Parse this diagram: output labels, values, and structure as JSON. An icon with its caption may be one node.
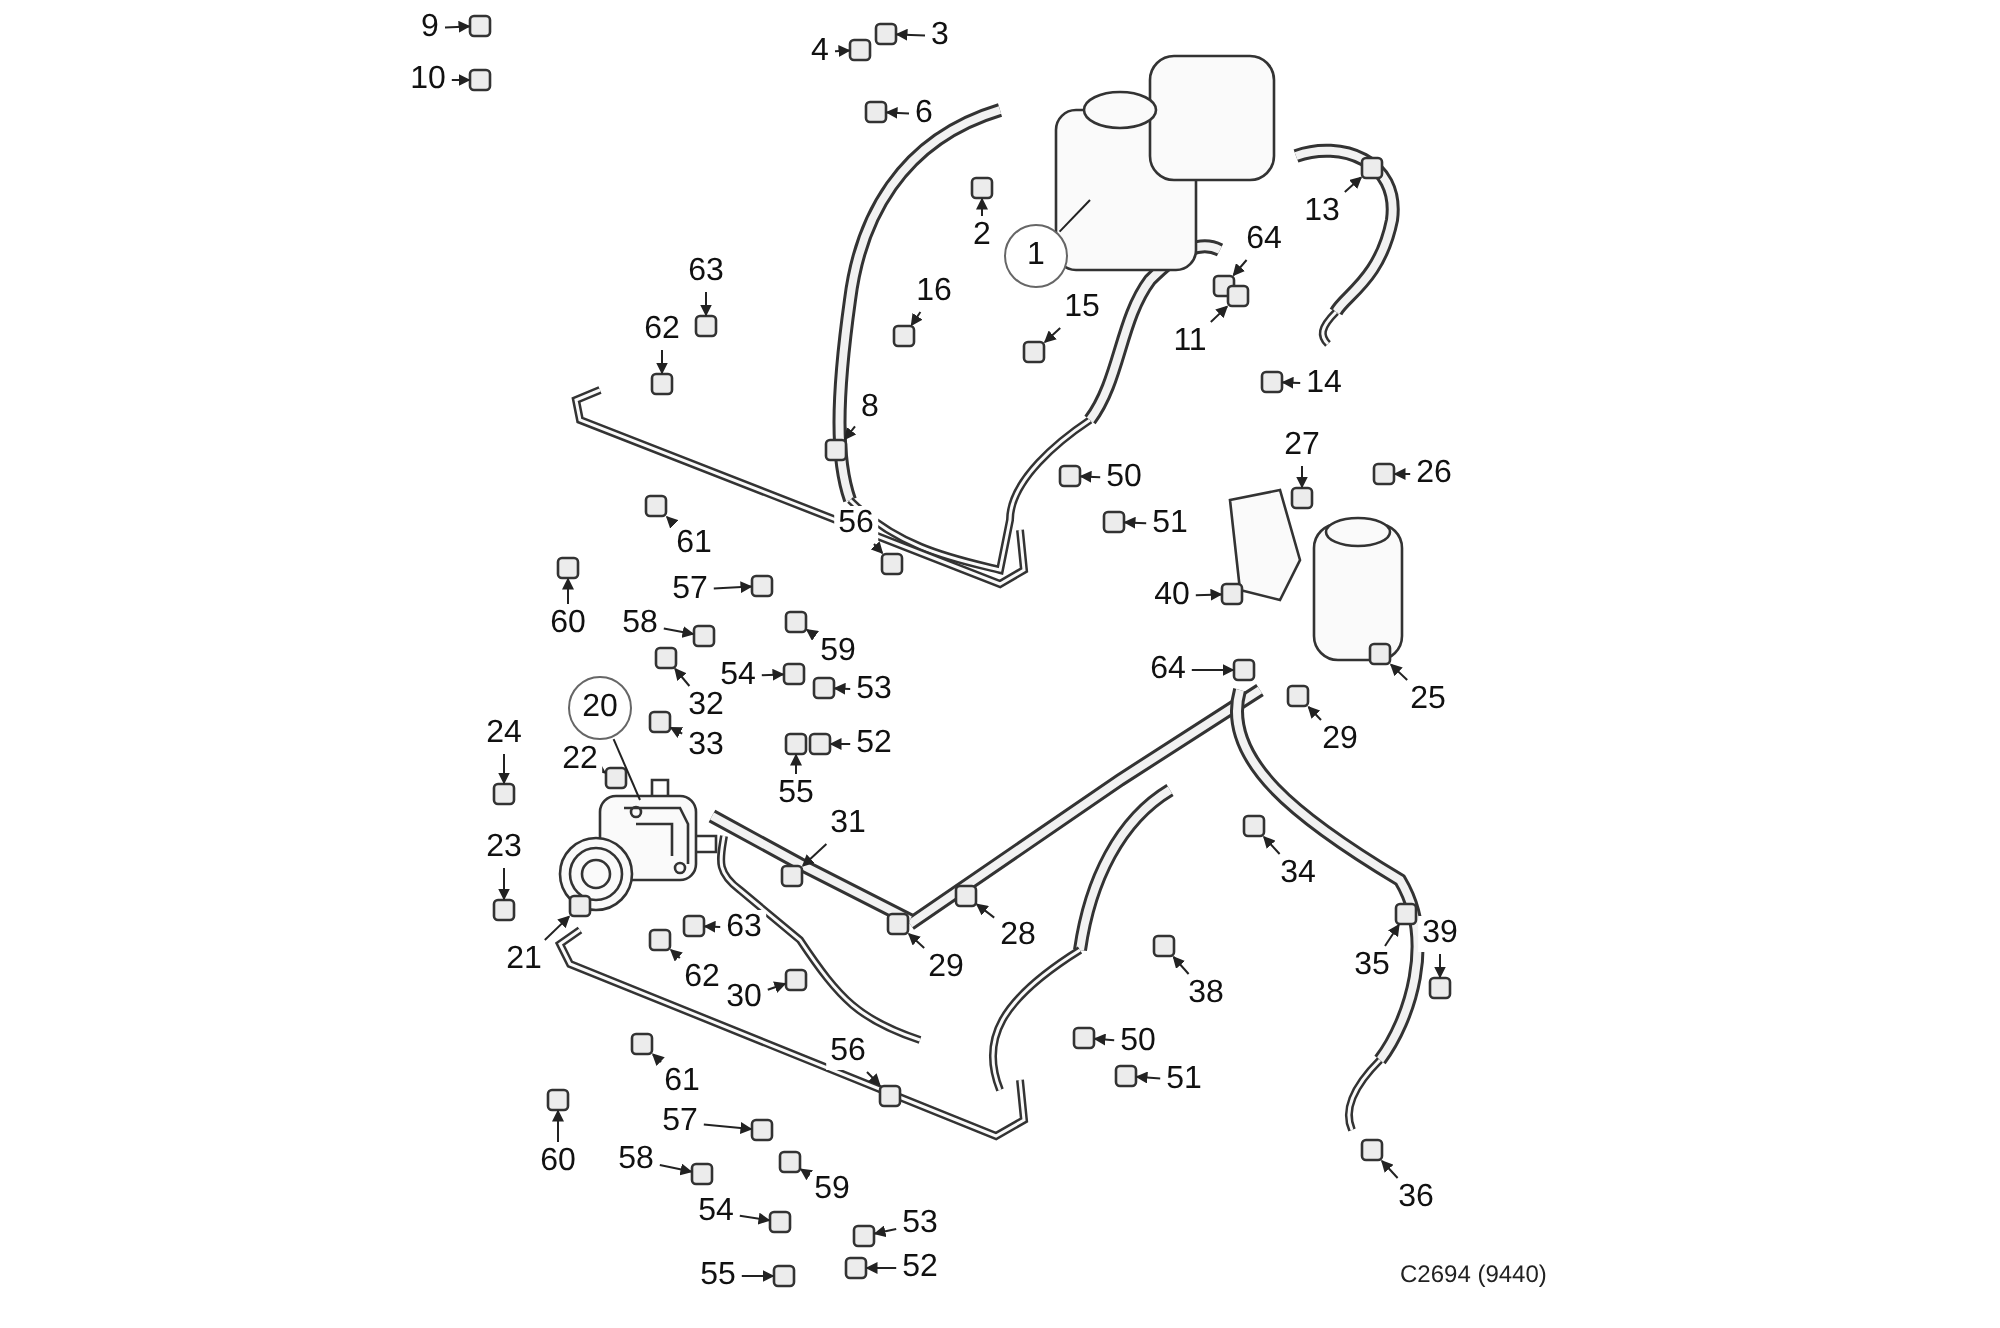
{
  "diagram": {
    "nodes": [
      {
        "text": [
          "9"
        ]
      },
      {
        "text": [
          "10"
        ]
      },
      {
        "text": [
          "4"
        ]
      },
      {
        "text": [
          "3"
        ]
      },
      {
        "text": [
          "6"
        ]
      },
      {
        "text": [
          "2"
        ]
      },
      {
        "text": [
          "1"
        ]
      },
      {
        "text": [
          "64"
        ]
      },
      {
        "text": [
          "13"
        ]
      },
      {
        "text": [
          "16"
        ]
      },
      {
        "text": [
          "15"
        ]
      },
      {
        "text": [
          "11"
        ]
      },
      {
        "text": [
          "14"
        ]
      },
      {
        "text": [
          "63"
        ]
      },
      {
        "text": [
          "62"
        ]
      },
      {
        "text": [
          "8"
        ]
      },
      {
        "text": [
          "27"
        ]
      },
      {
        "text": [
          "26"
        ]
      },
      {
        "text": [
          "50"
        ]
      },
      {
        "text": [
          "51"
        ]
      },
      {
        "text": [
          "56"
        ]
      },
      {
        "text": [
          "61"
        ]
      },
      {
        "text": [
          "40"
        ]
      },
      {
        "text": [
          "57"
        ]
      },
      {
        "text": [
          "60"
        ]
      },
      {
        "text": [
          "58"
        ]
      },
      {
        "text": [
          "59"
        ]
      },
      {
        "text": [
          "54"
        ]
      },
      {
        "text": [
          "53"
        ]
      },
      {
        "text": [
          "32"
        ]
      },
      {
        "text": [
          "20"
        ]
      },
      {
        "text": [
          "33"
        ]
      },
      {
        "text": [
          "52"
        ]
      },
      {
        "text": [
          "64"
        ]
      },
      {
        "text": [
          "25"
        ]
      },
      {
        "text": [
          "29"
        ]
      },
      {
        "text": [
          "24"
        ]
      },
      {
        "text": [
          "55"
        ]
      },
      {
        "text": [
          "22"
        ]
      },
      {
        "text": [
          "31"
        ]
      },
      {
        "text": [
          "23"
        ]
      },
      {
        "text": [
          "34"
        ]
      },
      {
        "text": [
          "28"
        ]
      },
      {
        "text": [
          "63"
        ]
      },
      {
        "text": [
          "39"
        ]
      },
      {
        "text": [
          "29"
        ]
      },
      {
        "text": [
          "35"
        ]
      },
      {
        "text": [
          "21"
        ]
      },
      {
        "text": [
          "62"
        ]
      },
      {
        "text": [
          "30"
        ]
      },
      {
        "text": [
          "38"
        ]
      },
      {
        "text": [
          "50"
        ]
      },
      {
        "text": [
          "56"
        ]
      },
      {
        "text": [
          "61"
        ]
      },
      {
        "text": [
          "51"
        ]
      },
      {
        "text": [
          "57"
        ]
      },
      {
        "text": [
          "60"
        ]
      },
      {
        "text": [
          "58"
        ]
      },
      {
        "text": [
          "59"
        ]
      },
      {
        "text": [
          "36"
        ]
      },
      {
        "text": [
          "54"
        ]
      },
      {
        "text": [
          "53"
        ]
      },
      {
        "text": [
          "55"
        ]
      },
      {
        "text": [
          "52"
        ]
      },
      {
        "text": [],
        "shape": "box"
      },
      {
        "text": [],
        "shape": "box"
      },
      {
        "text": [],
        "shape": "box"
      },
      {
        "text": [],
        "shape": "box"
      },
      {
        "text": [],
        "shape": "box"
      },
      {
        "text": [],
        "shape": "box"
      },
      {
        "text": [],
        "shape": "picture"
      },
      {
        "text": [],
        "shape": "box"
      },
      {
        "text": [],
        "shape": "box"
      },
      {
        "text": [],
        "shape": "box"
      },
      {
        "text": [],
        "shape": "box"
      },
      {
        "text": [],
        "shape": "box"
      },
      {
        "text": [],
        "shape": "box"
      },
      {
        "text": [],
        "shape": "box"
      },
      {
        "text": [],
        "shape": "box"
      },
      {
        "text": [],
        "shape": "box"
      },
      {
        "text": [],
        "shape": "box"
      },
      {
        "text": [],
        "shape": "box"
      },
      {
        "text": [],
        "shape": "box"
      },
      {
        "text": [],
        "shape": "box"
      },
      {
        "text": [],
        "shape": "box"
      },
      {
        "text": [],
        "shape": "box"
      },
      {
        "text": [],
        "shape": "box"
      },
      {
        "text": [],
        "shape": "box"
      },
      {
        "text": [],
        "shape": "box"
      },
      {
        "text": [],
        "shape": "box"
      },
      {
        "text": [],
        "shape": "box"
      },
      {
        "text": [],
        "shape": "box"
      },
      {
        "text": [],
        "shape": "box"
      },
      {
        "text": [],
        "shape": "box"
      },
      {
        "text": [],
        "shape": "picture"
      },
      {
        "text": [],
        "shape": "box"
      },
      {
        "text": [],
        "shape": "box"
      },
      {
        "text": [],
        "shape": "box"
      },
      {
        "text": [],
        "shape": "box"
      },
      {
        "text": [],
        "shape": "box"
      },
      {
        "text": [],
        "shape": "box"
      },
      {
        "text": [],
        "shape": "box"
      },
      {
        "text": [],
        "shape": "box"
      },
      {
        "text": [],
        "shape": "box"
      },
      {
        "text": [],
        "shape": "box"
      },
      {
        "text": [],
        "shape": "box"
      },
      {
        "text": [],
        "shape": "box"
      },
      {
        "text": [],
        "shape": "box"
      },
      {
        "text": [],
        "shape": "box"
      },
      {
        "text": [],
        "shape": "box"
      },
      {
        "text": [],
        "shape": "box"
      },
      {
        "text": [],
        "shape": "box"
      },
      {
        "text": [],
        "shape": "box"
      },
      {
        "text": [],
        "shape": "box"
      },
      {
        "text": [],
        "shape": "box"
      },
      {
        "text": [],
        "shape": "box"
      },
      {
        "text": [],
        "shape": "box"
      },
      {
        "text": [],
        "shape": "box"
      },
      {
        "text": [],
        "shape": "box"
      },
      {
        "text": [],
        "shape": "box"
      },
      {
        "text": [],
        "shape": "box"
      },
      {
        "text": [],
        "shape": "box"
      },
      {
        "text": [],
        "shape": "box"
      },
      {
        "text": [],
        "shape": "box"
      },
      {
        "text": [],
        "shape": "box"
      },
      {
        "text": [],
        "shape": "box"
      },
      {
        "text": [],
        "shape": "box"
      },
      {
        "text": [],
        "shape": "box"
      }
    ],
    "edges": [
      {
        "from": 0,
        "to": 64,
        "arrow": "to"
      },
      {
        "from": 1,
        "to": 65,
        "arrow": "to"
      },
      {
        "from": 2,
        "to": 66,
        "arrow": "to"
      },
      {
        "from": 3,
        "to": 67,
        "arrow": "to"
      },
      {
        "from": 4,
        "to": 68,
        "arrow": "to"
      },
      {
        "from": 5,
        "to": 69,
        "arrow": "to"
      },
      {
        "from": 6,
        "to": 70,
        "arrow": "none"
      },
      {
        "from": 7,
        "to": 71,
        "arrow": "to"
      },
      {
        "from": 8,
        "to": 72,
        "arrow": "to"
      },
      {
        "from": 9,
        "to": 73,
        "arrow": "to"
      },
      {
        "from": 10,
        "to": 74,
        "arrow": "to"
      },
      {
        "from": 11,
        "to": 75,
        "arrow": "to"
      },
      {
        "from": 12,
        "to": 76,
        "arrow": "to"
      },
      {
        "from": 13,
        "to": 77,
        "arrow": "to"
      },
      {
        "from": 14,
        "to": 78,
        "arrow": "to"
      },
      {
        "from": 15,
        "to": 79,
        "arrow": "to"
      },
      {
        "from": 16,
        "to": 80,
        "arrow": "to"
      },
      {
        "from": 17,
        "to": 81,
        "arrow": "to"
      },
      {
        "from": 18,
        "to": 82,
        "arrow": "to"
      },
      {
        "from": 19,
        "to": 83,
        "arrow": "to"
      },
      {
        "from": 20,
        "to": 84,
        "arrow": "to"
      },
      {
        "from": 21,
        "to": 85,
        "arrow": "to"
      },
      {
        "from": 22,
        "to": 86,
        "arrow": "to"
      },
      {
        "from": 23,
        "to": 87,
        "arrow": "to"
      },
      {
        "from": 24,
        "to": 88,
        "arrow": "to"
      },
      {
        "from": 25,
        "to": 89,
        "arrow": "to"
      },
      {
        "from": 26,
        "to": 90,
        "arrow": "to"
      },
      {
        "from": 27,
        "to": 91,
        "arrow": "to"
      },
      {
        "from": 28,
        "to": 92,
        "arrow": "to"
      },
      {
        "from": 29,
        "to": 93,
        "arrow": "to"
      },
      {
        "from": 30,
        "to": 94,
        "arrow": "none"
      },
      {
        "from": 31,
        "to": 95,
        "arrow": "to"
      },
      {
        "from": 32,
        "to": 96,
        "arrow": "to"
      },
      {
        "from": 33,
        "to": 97,
        "arrow": "to"
      },
      {
        "from": 34,
        "to": 98,
        "arrow": "to"
      },
      {
        "from": 35,
        "to": 99,
        "arrow": "to"
      },
      {
        "from": 36,
        "to": 100,
        "arrow": "to"
      },
      {
        "from": 37,
        "to": 101,
        "arrow": "to"
      },
      {
        "from": 38,
        "to": 102,
        "arrow": "to"
      },
      {
        "from": 39,
        "to": 103,
        "arrow": "to"
      },
      {
        "from": 40,
        "to": 104,
        "arrow": "to"
      },
      {
        "from": 41,
        "to": 105,
        "arrow": "to"
      },
      {
        "from": 42,
        "to": 106,
        "arrow": "to"
      },
      {
        "from": 43,
        "to": 107,
        "arrow": "to"
      },
      {
        "from": 44,
        "to": 108,
        "arrow": "to"
      },
      {
        "from": 45,
        "to": 109,
        "arrow": "to"
      },
      {
        "from": 46,
        "to": 110,
        "arrow": "to"
      },
      {
        "from": 47,
        "to": 111,
        "arrow": "to"
      },
      {
        "from": 48,
        "to": 112,
        "arrow": "to"
      },
      {
        "from": 49,
        "to": 113,
        "arrow": "to"
      },
      {
        "from": 50,
        "to": 114,
        "arrow": "to"
      },
      {
        "from": 51,
        "to": 115,
        "arrow": "to"
      },
      {
        "from": 52,
        "to": 116,
        "arrow": "to"
      },
      {
        "from": 53,
        "to": 117,
        "arrow": "to"
      },
      {
        "from": 54,
        "to": 118,
        "arrow": "to"
      },
      {
        "from": 55,
        "to": 119,
        "arrow": "to"
      },
      {
        "from": 56,
        "to": 120,
        "arrow": "to"
      },
      {
        "from": 57,
        "to": 121,
        "arrow": "to"
      },
      {
        "from": 58,
        "to": 122,
        "arrow": "to"
      },
      {
        "from": 59,
        "to": 123,
        "arrow": "to"
      },
      {
        "from": 60,
        "to": 124,
        "arrow": "to"
      },
      {
        "from": 61,
        "to": 125,
        "arrow": "to"
      },
      {
        "from": 62,
        "to": 126,
        "arrow": "to"
      },
      {
        "from": 63,
        "to": 127,
        "arrow": "to"
      }
    ],
    "labels": [
      "C2694 (9440)"
    ]
  }
}
